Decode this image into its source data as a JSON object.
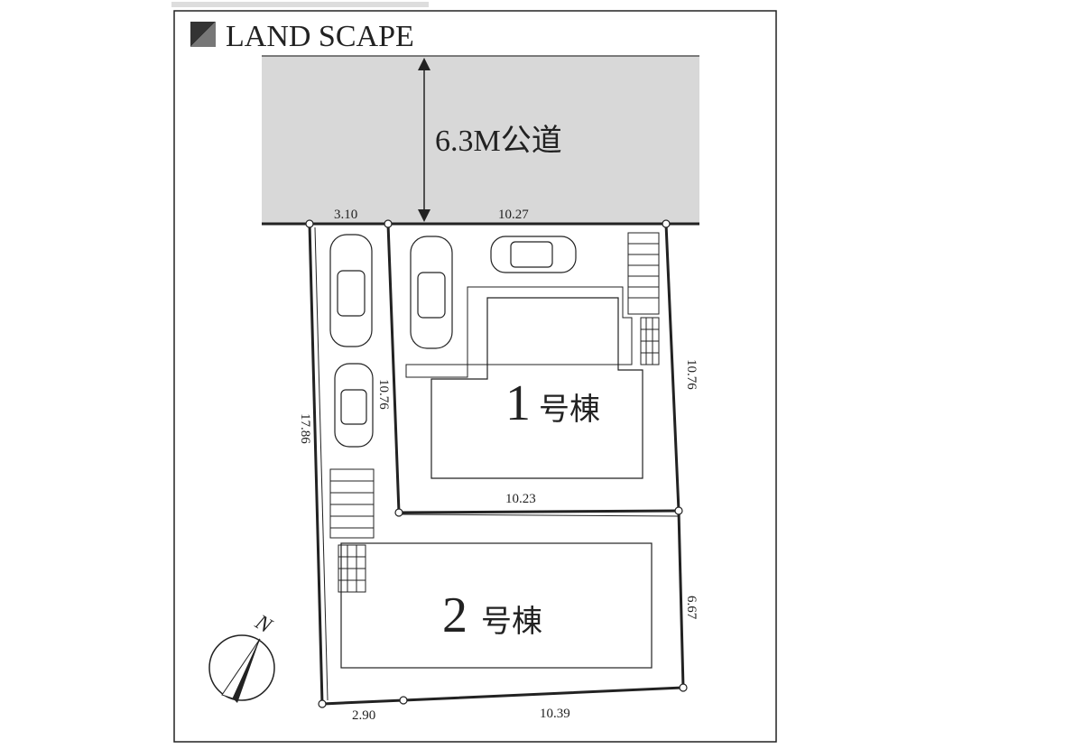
{
  "header": {
    "title": "LAND SCAPE"
  },
  "road": {
    "label": "6.3M公道"
  },
  "buildings": [
    {
      "number": "1",
      "suffix": "号棟"
    },
    {
      "number": "2",
      "suffix": "号棟"
    }
  ],
  "dimensions": {
    "top_left": "3.10",
    "top_right": "10.27",
    "right_upper": "10.76",
    "inner_divider": "10.76",
    "left": "17.86",
    "middle": "10.23",
    "right_lower": "6.67",
    "bottom_left": "2.90",
    "bottom_right": "10.39"
  },
  "compass": {
    "label": "N"
  },
  "colors": {
    "road": "#d8d8d8",
    "line": "#222222"
  }
}
